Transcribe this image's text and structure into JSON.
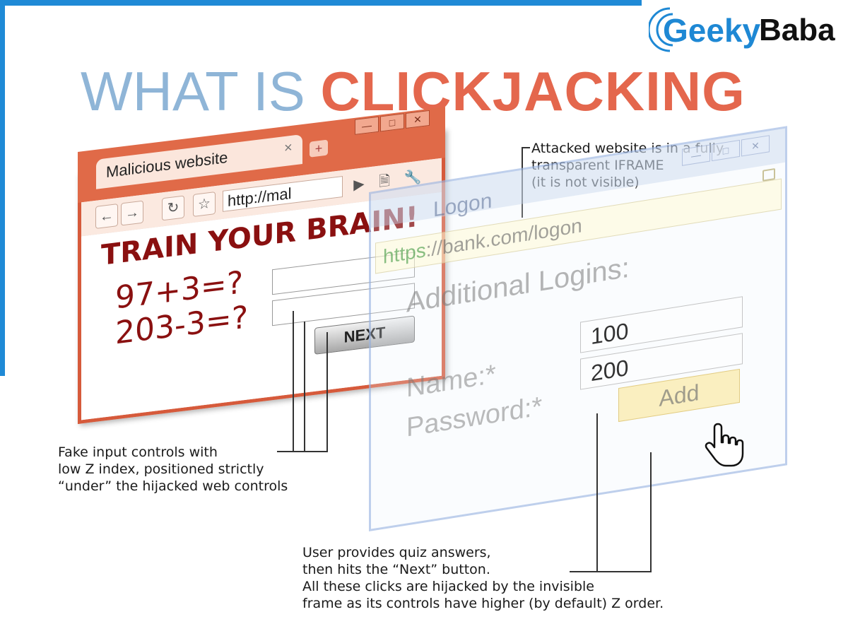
{
  "brand": {
    "name_part1": "Geeky",
    "name_part2": "Baba",
    "color_primary": "#1e88d4",
    "color_dark": "#111111"
  },
  "title": {
    "prefix": "WHAT IS ",
    "highlight": "CLICKJACKING",
    "prefix_color": "#8fb5d7",
    "highlight_color": "#e4674d"
  },
  "malicious_browser": {
    "tab_label": "Malicious website",
    "tab_close": "×",
    "new_tab": "+",
    "url": "http://mal",
    "heading": "TRAIN YOUR BRAIN!",
    "question1": "97+3=?",
    "question2": "203-3=?",
    "button": "NEXT",
    "frame_color": "#d65a3b"
  },
  "logon_frame": {
    "title": "Logon",
    "address_scheme": "https",
    "address_rest": "://bank.com/logon",
    "heading": "Additional Logins:",
    "name_label": "Name:*",
    "password_label": "Password:*",
    "name_value": "100",
    "password_value": "200",
    "button": "Add"
  },
  "callouts": {
    "top_right": [
      "Attacked website is in a fully",
      "transparent IFRAME",
      "(it is not visible)"
    ],
    "left": [
      "Fake input controls with",
      "low Z index, positioned strictly",
      "“under” the hijacked web controls"
    ],
    "bottom": [
      "User provides quiz answers,",
      "then hits the “Next” button.",
      "All these clicks are hijacked by the invisible",
      "frame as its controls have higher (by default) Z order."
    ]
  },
  "icons": [
    "back-arrow-icon",
    "forward-arrow-icon",
    "reload-icon",
    "star-icon",
    "play-icon",
    "page-icon",
    "wrench-icon",
    "lock-icon",
    "hand-cursor-icon"
  ]
}
